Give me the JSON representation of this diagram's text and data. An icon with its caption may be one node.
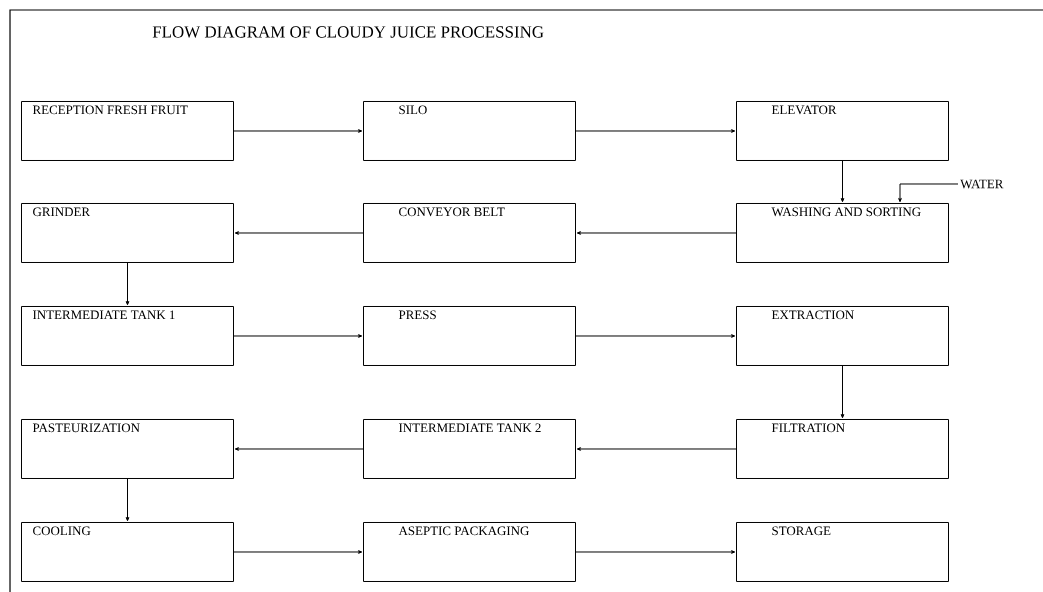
{
  "diagram": {
    "title": "FLOW DIAGRAM OF CLOUDY JUICE PROCESSING",
    "nodes": [
      {
        "text": [
          "RECEPTION FRESH FRUIT"
        ]
      },
      {
        "text": [
          "SILO"
        ]
      },
      {
        "text": [
          "ELEVATOR"
        ]
      },
      {
        "text": [
          "GRINDER"
        ]
      },
      {
        "text": [
          "CONVEYOR BELT"
        ]
      },
      {
        "text": [
          "WASHING AND SORTING"
        ]
      },
      {
        "text": [
          "INTERMEDIATE TANK 1"
        ]
      },
      {
        "text": [
          "PRESS"
        ]
      },
      {
        "text": [
          "EXTRACTION"
        ]
      },
      {
        "text": [
          "PASTEURIZATION"
        ]
      },
      {
        "text": [
          "INTERMEDIATE TANK 2"
        ]
      },
      {
        "text": [
          "FILTRATION"
        ]
      },
      {
        "text": [
          "COOLING"
        ]
      },
      {
        "text": [
          "ASEPTIC PACKAGING"
        ]
      },
      {
        "text": [
          "STORAGE"
        ]
      },
      {
        "text": [
          "WATER"
        ]
      }
    ],
    "edges": [
      {
        "from": 0,
        "to": 1,
        "arrow": "to"
      },
      {
        "from": 1,
        "to": 2,
        "arrow": "to"
      },
      {
        "from": 2,
        "to": 5,
        "arrow": "to"
      },
      {
        "from": 15,
        "to": 5,
        "arrow": "to"
      },
      {
        "from": 5,
        "to": 4,
        "arrow": "to"
      },
      {
        "from": 4,
        "to": 3,
        "arrow": "to"
      },
      {
        "from": 3,
        "to": 6,
        "arrow": "to"
      },
      {
        "from": 6,
        "to": 7,
        "arrow": "to"
      },
      {
        "from": 7,
        "to": 8,
        "arrow": "to"
      },
      {
        "from": 8,
        "to": 11,
        "arrow": "to"
      },
      {
        "from": 11,
        "to": 10,
        "arrow": "to"
      },
      {
        "from": 10,
        "to": 9,
        "arrow": "to"
      },
      {
        "from": 9,
        "to": 12,
        "arrow": "to"
      },
      {
        "from": 12,
        "to": 13,
        "arrow": "to"
      },
      {
        "from": 13,
        "to": 14,
        "arrow": "to"
      }
    ]
  }
}
